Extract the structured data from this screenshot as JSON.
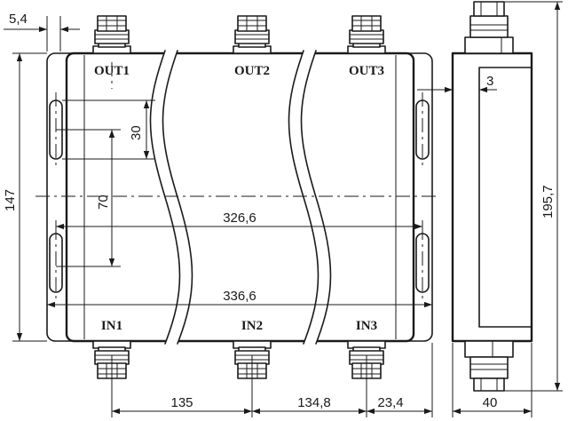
{
  "ports": {
    "outputs": [
      "OUT1",
      "OUT2",
      "OUT3"
    ],
    "inputs": [
      "IN1",
      "IN2",
      "IN3"
    ]
  },
  "dimensions": {
    "flange": "5,4",
    "height_total": "147",
    "slot_spacing": "30",
    "hole_spacing": "70",
    "inner_width": "326,6",
    "outer_width": "336,6",
    "side_offset": "3",
    "side_height": "195,7",
    "pitch_1": "135",
    "pitch_2": "134,8",
    "edge_offset": "23,4",
    "depth": "40"
  }
}
